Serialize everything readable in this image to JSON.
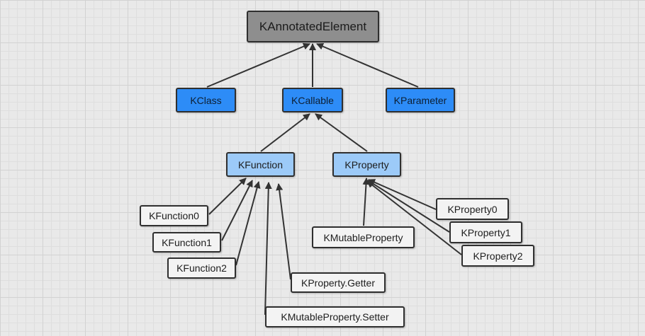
{
  "diagram": {
    "nodes": {
      "root": "KAnnotatedElement",
      "kclass": "KClass",
      "kcallable": "KCallable",
      "kparameter": "KParameter",
      "kfunction": "KFunction",
      "kproperty": "KProperty",
      "kfunction0": "KFunction0",
      "kfunction1": "KFunction1",
      "kfunction2": "KFunction2",
      "kproperty_getter": "KProperty.Getter",
      "kmutableproperty_setter": "KMutableProperty.Setter",
      "kmutableproperty": "KMutableProperty",
      "kproperty0": "KProperty0",
      "kproperty1": "KProperty1",
      "kproperty2": "KProperty2"
    },
    "edges": [
      {
        "from": "kclass",
        "to": "root"
      },
      {
        "from": "kcallable",
        "to": "root"
      },
      {
        "from": "kparameter",
        "to": "root"
      },
      {
        "from": "kfunction",
        "to": "kcallable"
      },
      {
        "from": "kproperty",
        "to": "kcallable"
      },
      {
        "from": "kfunction0",
        "to": "kfunction"
      },
      {
        "from": "kfunction1",
        "to": "kfunction"
      },
      {
        "from": "kfunction2",
        "to": "kfunction"
      },
      {
        "from": "kmutableproperty_setter",
        "to": "kfunction"
      },
      {
        "from": "kproperty_getter",
        "to": "kfunction"
      },
      {
        "from": "kmutableproperty",
        "to": "kproperty"
      },
      {
        "from": "kproperty0",
        "to": "kproperty"
      },
      {
        "from": "kproperty1",
        "to": "kproperty"
      },
      {
        "from": "kproperty2",
        "to": "kproperty"
      }
    ],
    "colors": {
      "root": "#8e8e8e",
      "level1": "#2d8cf7",
      "level2": "#9ccaf8",
      "leaf": "#f3f3f3",
      "edge": "#333333",
      "grid": "#d2d2d2"
    }
  }
}
